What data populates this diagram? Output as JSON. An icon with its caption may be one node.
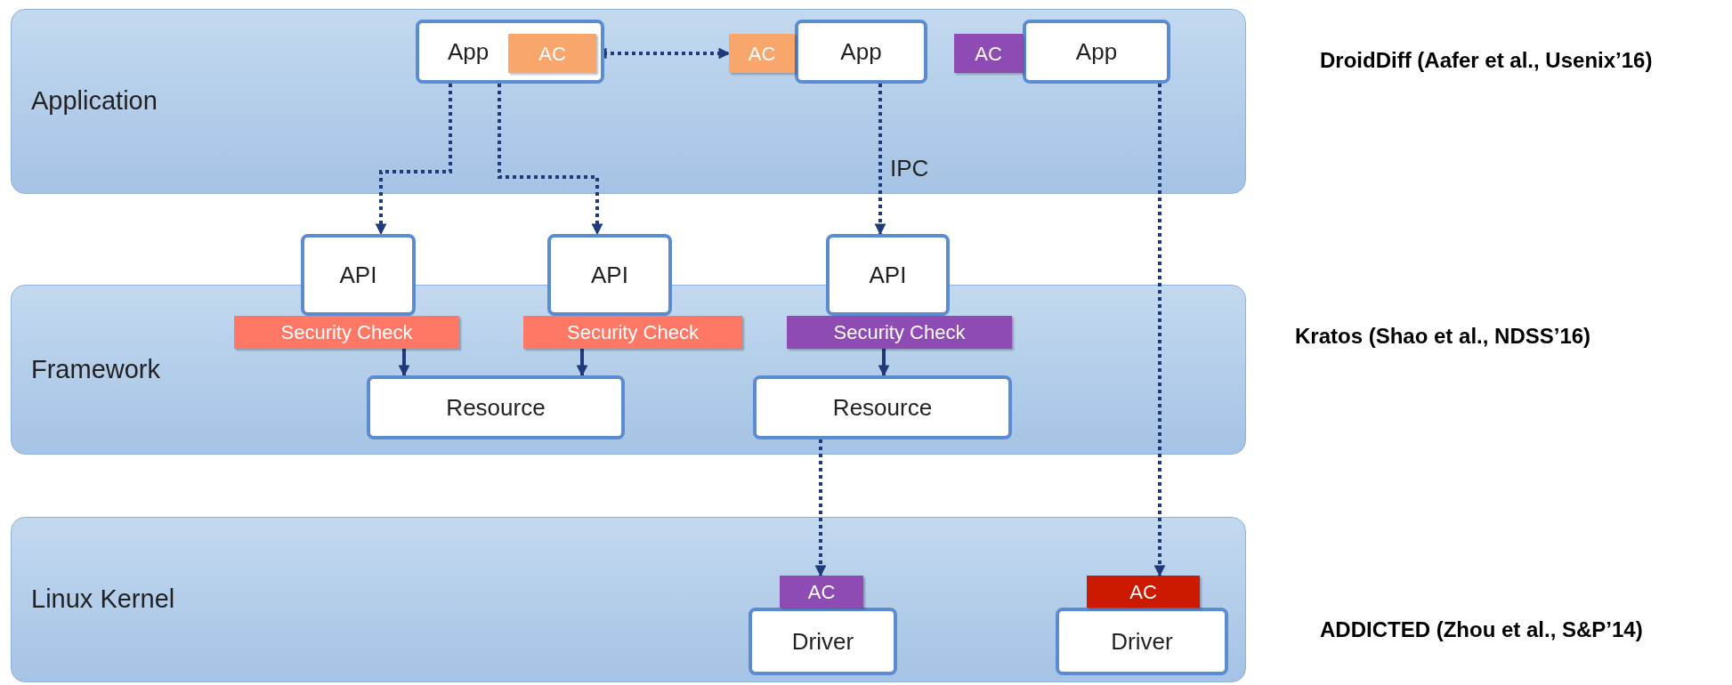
{
  "diagram": {
    "nodes": [
      {
        "text": [
          "Application"
        ]
      },
      {
        "text": [
          "Framework"
        ]
      },
      {
        "text": [
          "Linux Kernel"
        ]
      },
      {
        "text": [
          "App"
        ],
        "in": 0
      },
      {
        "text": [
          "AC"
        ],
        "in": 3
      },
      {
        "text": [
          "AC"
        ],
        "in": 0
      },
      {
        "text": [
          "App"
        ],
        "in": 0
      },
      {
        "text": [
          "AC"
        ],
        "in": 0
      },
      {
        "text": [
          "App"
        ],
        "in": 0
      },
      {
        "text": [
          "API"
        ]
      },
      {
        "text": [
          "API"
        ]
      },
      {
        "text": [
          "API"
        ]
      },
      {
        "text": [
          "Security Check"
        ],
        "in": 1
      },
      {
        "text": [
          "Security Check"
        ],
        "in": 1
      },
      {
        "text": [
          "Security Check"
        ],
        "in": 1
      },
      {
        "text": [
          "Resource"
        ],
        "in": 1
      },
      {
        "text": [
          "Resource"
        ],
        "in": 1
      },
      {
        "text": [
          "AC"
        ],
        "in": 2
      },
      {
        "text": [
          "Driver"
        ],
        "in": 2
      },
      {
        "text": [
          "AC"
        ],
        "in": 2
      },
      {
        "text": [
          "Driver"
        ],
        "in": 2
      }
    ],
    "edges": [
      {
        "from": 4,
        "to": 5,
        "arrow": "both",
        "style": "dashed"
      },
      {
        "from": 3,
        "to": 9,
        "arrow": "to",
        "style": "dashed"
      },
      {
        "from": 3,
        "to": 10,
        "arrow": "to",
        "style": "dashed"
      },
      {
        "from": 6,
        "to": 11,
        "arrow": "to",
        "style": "dashed",
        "label": "IPC"
      },
      {
        "from": 12,
        "to": 15,
        "arrow": "to"
      },
      {
        "from": 13,
        "to": 15,
        "arrow": "to"
      },
      {
        "from": 14,
        "to": 16,
        "arrow": "to"
      },
      {
        "from": 16,
        "to": 17,
        "arrow": "to",
        "style": "dashed"
      },
      {
        "from": 8,
        "to": 19,
        "arrow": "to",
        "style": "dashed"
      }
    ],
    "labels": [
      "DroidDiff (Aafer et al., Usenix’16)",
      "Kratos (Shao et al., NDSS’16)",
      "ADDICTED (Zhou et al., S&P’14)"
    ]
  }
}
